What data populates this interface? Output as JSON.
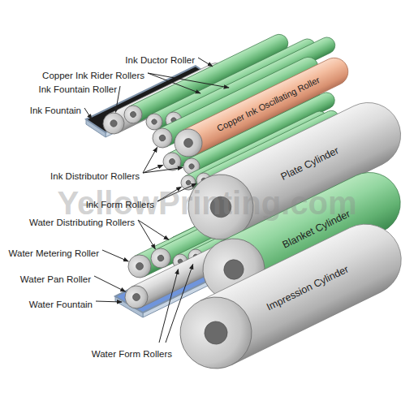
{
  "diagram": {
    "nodes": [
      {
        "text": [
          "Copper Ink Oscillating Roller"
        ]
      },
      {
        "text": [
          "Plate Cylinder"
        ]
      },
      {
        "text": [
          "Blanket Cylinder"
        ]
      },
      {
        "text": [
          "Impression Cylinder"
        ]
      }
    ],
    "labels": [
      "Ink Ductor Roller",
      "Copper Ink Rider Rollers",
      "Ink Fountain Roller",
      "Ink Fountain",
      "Ink Distributor Rollers",
      "Ink Form Rollers",
      "Water Distributing Rollers",
      "Water Metering Roller",
      "Water Pan Roller",
      "Water Fountain",
      "Water Form Rollers",
      "YellowPrinting.com"
    ]
  }
}
